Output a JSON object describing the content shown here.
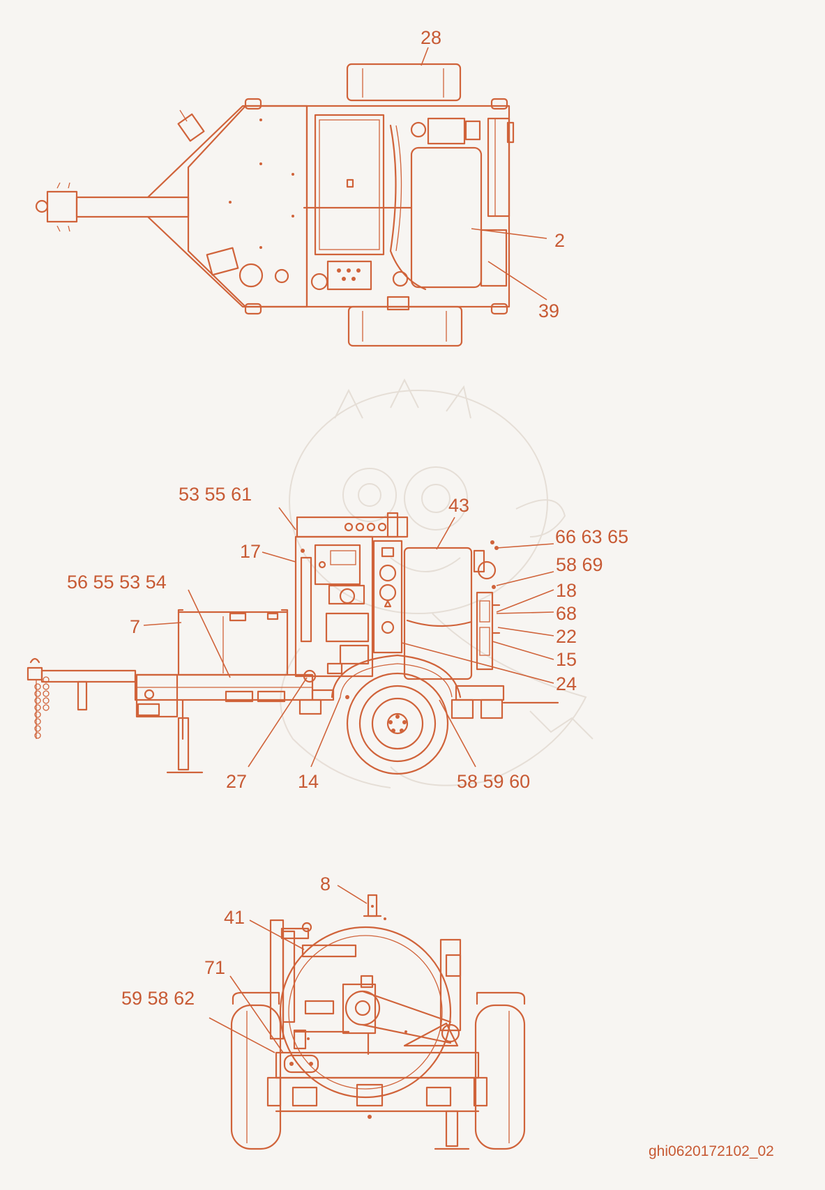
{
  "figure_id": "ghi0620172102_02",
  "colors": {
    "line": "#d0633a",
    "text": "#c75a34",
    "background": "#f7f5f2"
  },
  "callouts": {
    "top": [
      {
        "name": "callout-28",
        "text": "28"
      },
      {
        "name": "callout-2",
        "text": "2"
      },
      {
        "name": "callout-39",
        "text": "39"
      }
    ],
    "side": [
      {
        "name": "callout-53-55-61",
        "text": "53 55 61"
      },
      {
        "name": "callout-43",
        "text": "43"
      },
      {
        "name": "callout-66-63-65",
        "text": "66 63 65"
      },
      {
        "name": "callout-17",
        "text": "17"
      },
      {
        "name": "callout-58-69",
        "text": "58 69"
      },
      {
        "name": "callout-56-55-53-54",
        "text": "56 55 53 54"
      },
      {
        "name": "callout-18",
        "text": "18"
      },
      {
        "name": "callout-68",
        "text": "68"
      },
      {
        "name": "callout-7",
        "text": "7"
      },
      {
        "name": "callout-22",
        "text": "22"
      },
      {
        "name": "callout-15",
        "text": "15"
      },
      {
        "name": "callout-24",
        "text": "24"
      },
      {
        "name": "callout-27",
        "text": "27"
      },
      {
        "name": "callout-14",
        "text": "14"
      },
      {
        "name": "callout-58-59-60",
        "text": "58 59 60"
      }
    ],
    "rear": [
      {
        "name": "callout-8",
        "text": "8"
      },
      {
        "name": "callout-41",
        "text": "41"
      },
      {
        "name": "callout-71",
        "text": "71"
      },
      {
        "name": "callout-59-58-62",
        "text": "59 58 62"
      }
    ]
  }
}
